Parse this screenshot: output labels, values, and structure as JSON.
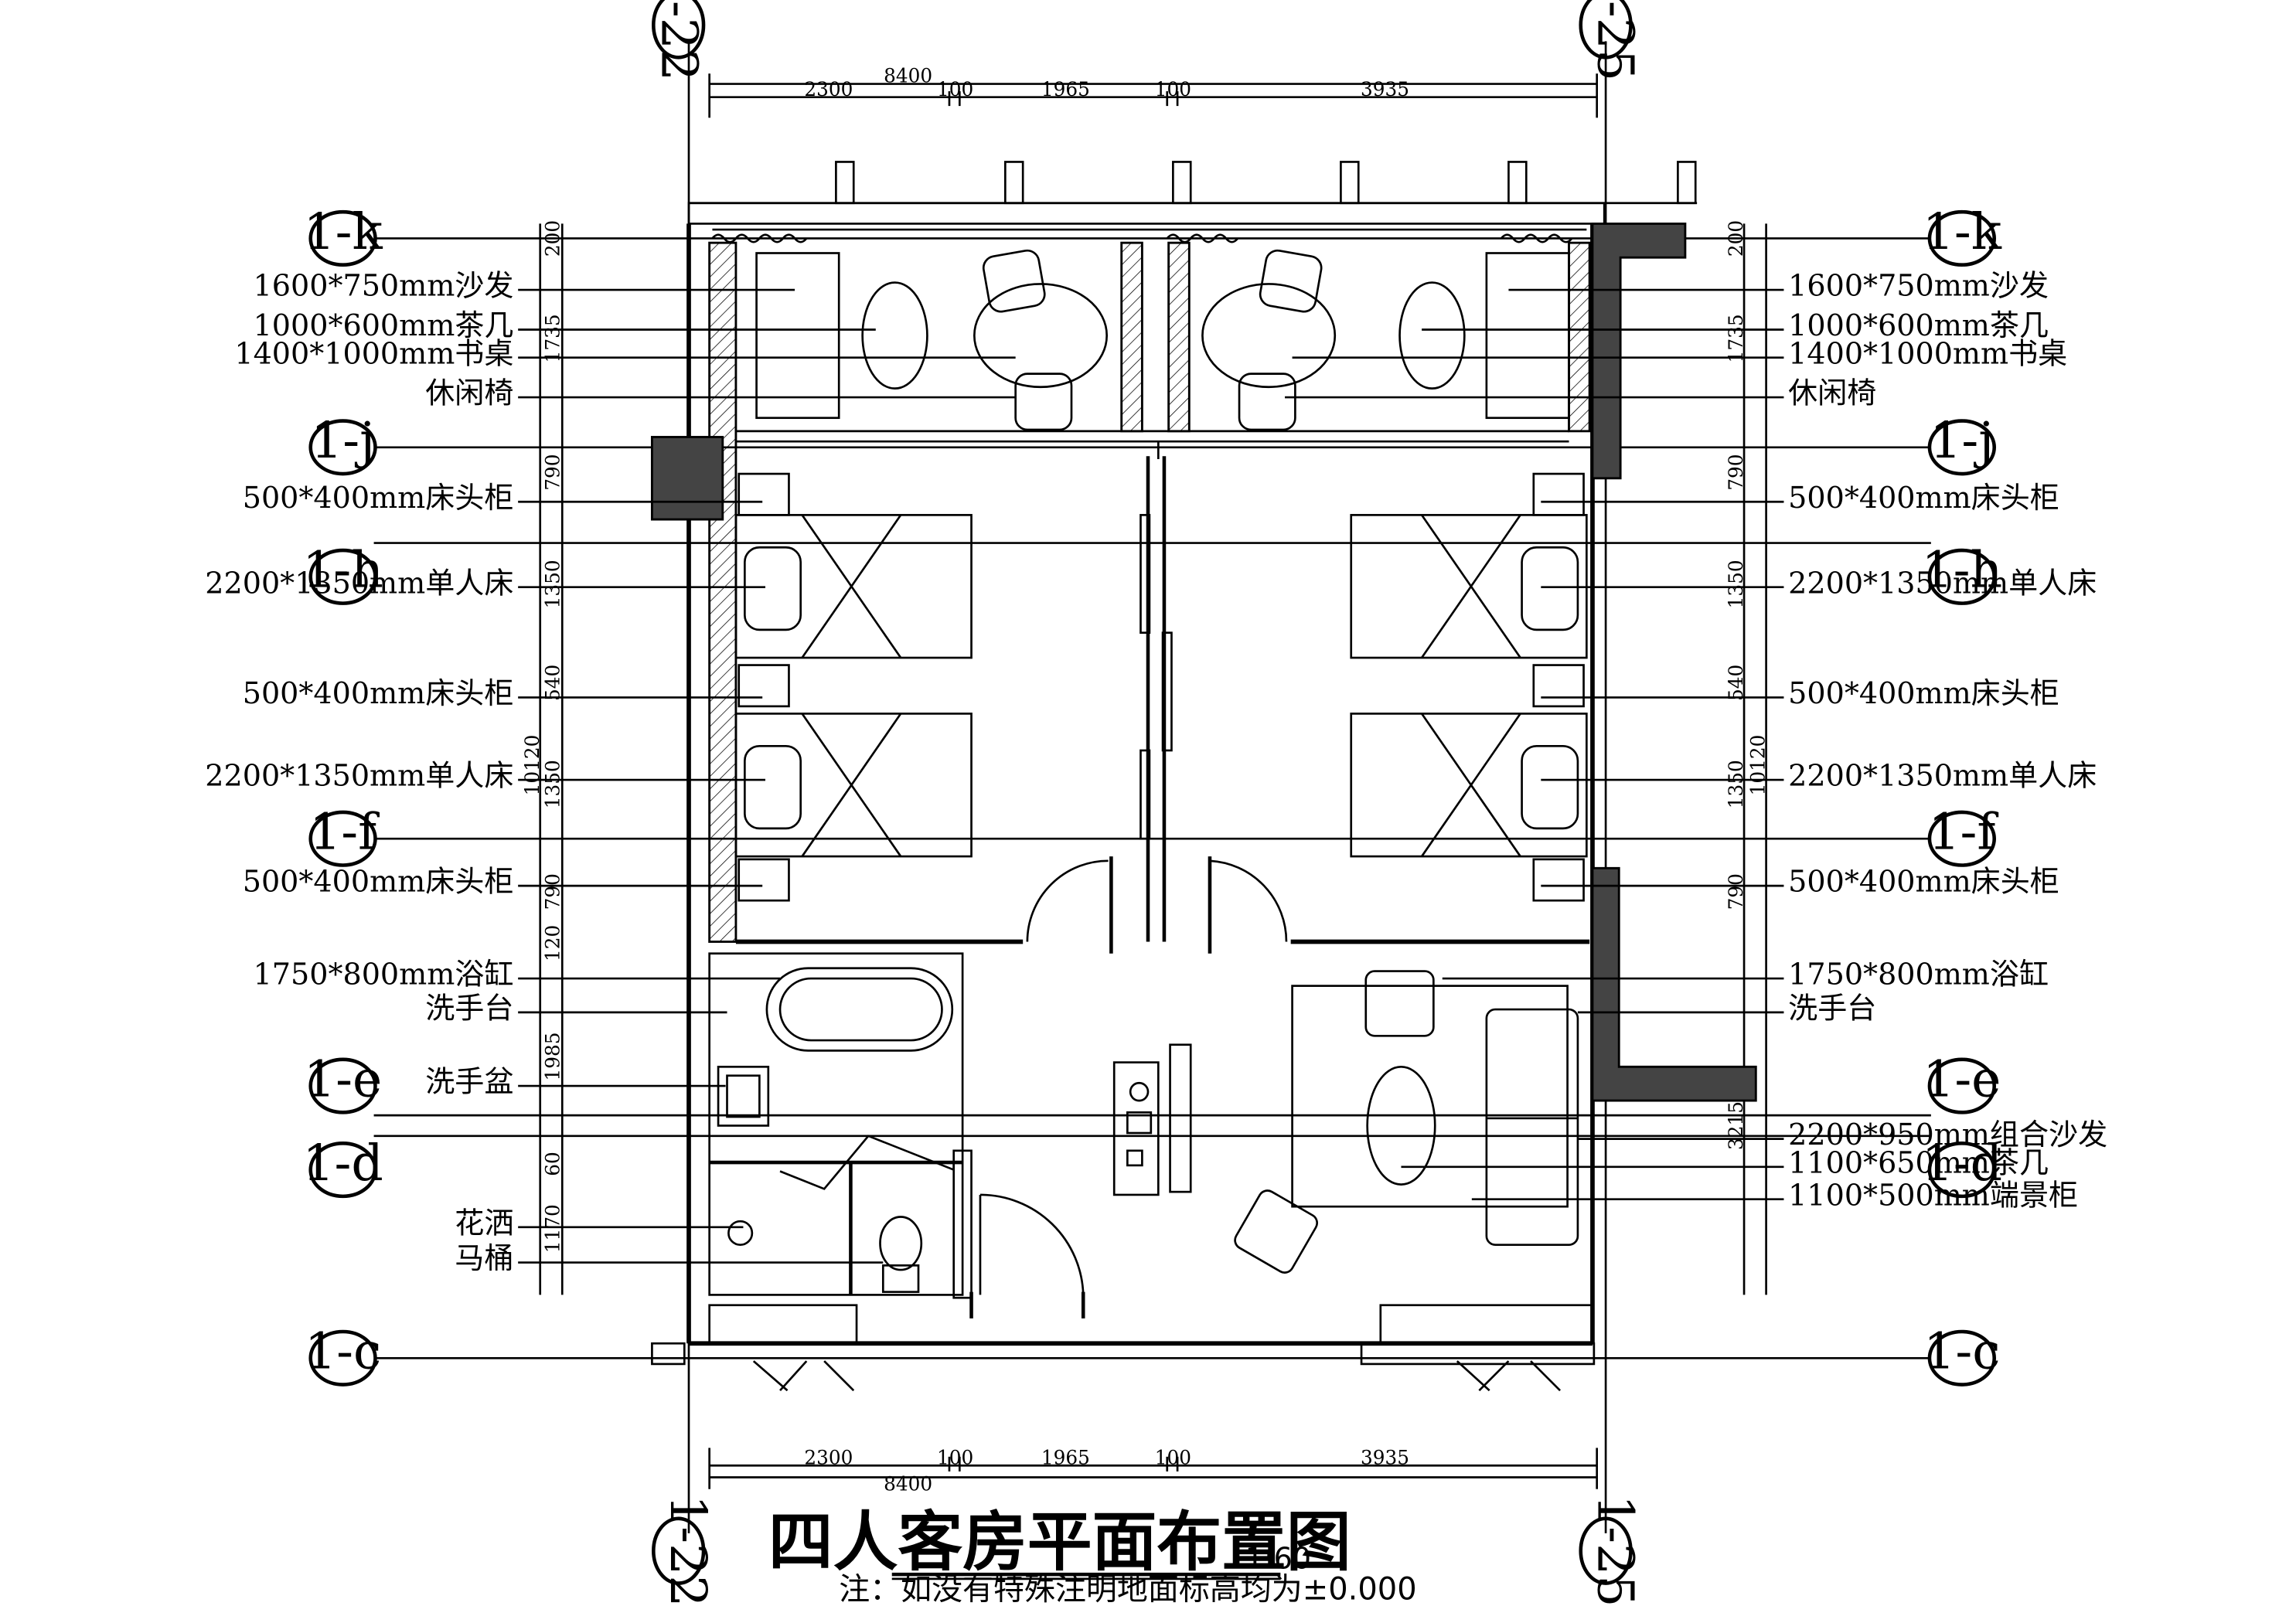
{
  "title": "四人客房平面布置图",
  "scale": "1:60",
  "note": "注：如没有特殊注明地面标高均为±0.000",
  "axes": {
    "top_left": "1-22",
    "top_right": "1-25",
    "bottom_left": "1-22",
    "bottom_right": "1-25",
    "rows": [
      {
        "id": "k",
        "label": "1-k"
      },
      {
        "id": "j",
        "label": "1-j"
      },
      {
        "id": "h",
        "label": "1-h"
      },
      {
        "id": "f",
        "label": "1-f"
      },
      {
        "id": "e",
        "label": "1-e"
      },
      {
        "id": "d",
        "label": "1-d"
      },
      {
        "id": "c",
        "label": "1-c"
      }
    ]
  },
  "dims": {
    "top_total": "8400",
    "top_segments": [
      "2300",
      "100",
      "1965",
      "100",
      "3935"
    ],
    "bottom_total": "8400",
    "bottom_segments": [
      "2300",
      "100",
      "1965",
      "100",
      "3935"
    ],
    "left_total": "10120",
    "left_segments": [
      "200",
      "1735",
      "790",
      "1350",
      "540",
      "1350",
      "790",
      "120",
      "1985",
      "60",
      "1170"
    ],
    "right_total": "10120",
    "right_segments": [
      "200",
      "1735",
      "790",
      "1350",
      "540",
      "1350",
      "790",
      "3215"
    ]
  },
  "labels_left": [
    "1600*750mm沙发",
    "1000*600mm茶几",
    "1400*1000mm书桌",
    "休闲椅",
    "500*400mm床头柜",
    "2200*1350mm单人床",
    "500*400mm床头柜",
    "2200*1350mm单人床",
    "500*400mm床头柜",
    "1750*800mm浴缸",
    "洗手台",
    "洗手盆",
    "花洒",
    "马桶"
  ],
  "labels_right": [
    "1600*750mm沙发",
    "1000*600mm茶几",
    "1400*1000mm书桌",
    "休闲椅",
    "500*400mm床头柜",
    "2200*1350mm单人床",
    "500*400mm床头柜",
    "2200*1350mm单人床",
    "500*400mm床头柜",
    "1750*800mm浴缸",
    "洗手台",
    "2200*950mm组合沙发",
    "1100*650mm茶几",
    "1100*500mm端景柜"
  ]
}
